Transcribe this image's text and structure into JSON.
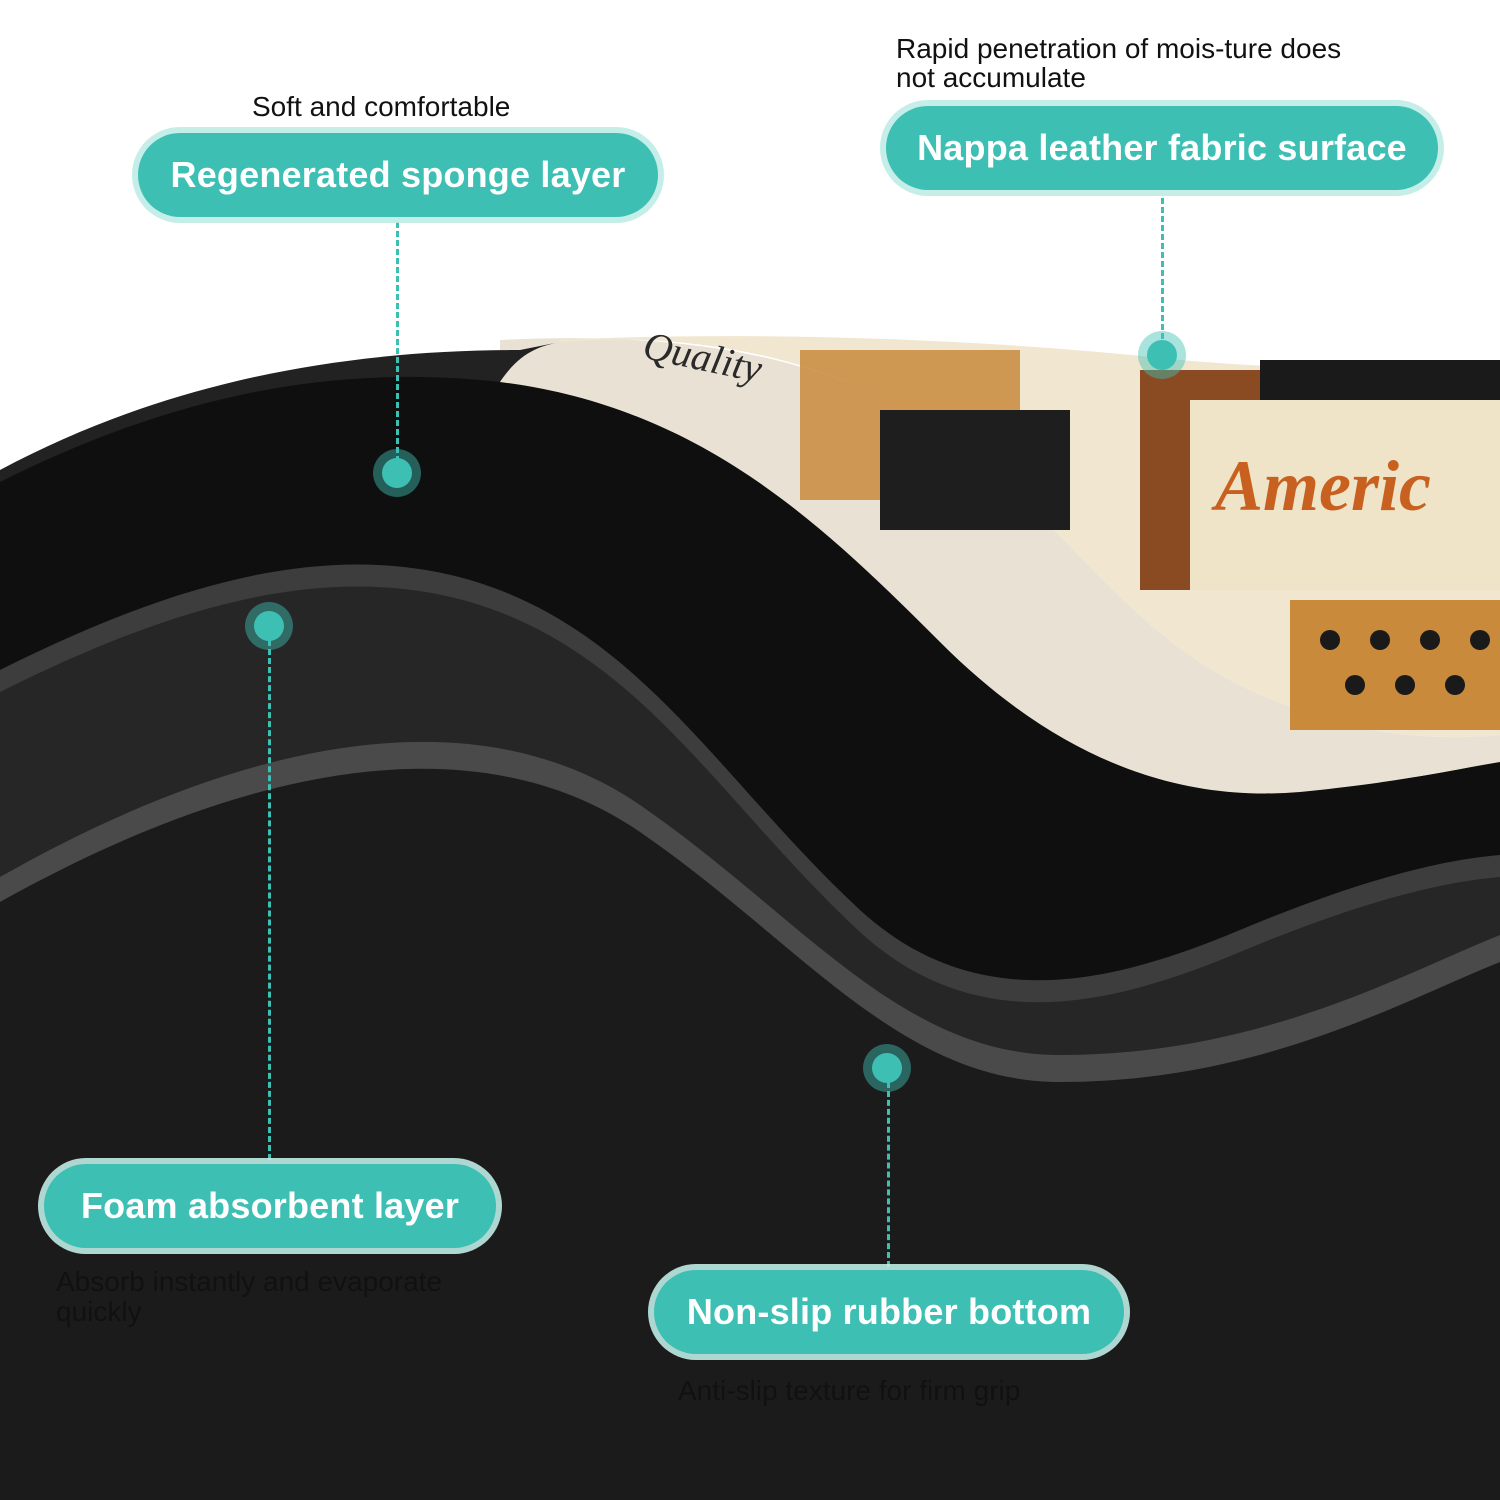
{
  "colors": {
    "accent": "#3dbfb4",
    "accent_halo": "#bfece7",
    "rubber": "#1a1a1a",
    "rubber_edge": "#3a3a3a",
    "surface_cream": "#f1e6cf",
    "surface_brown": "#8a4b22",
    "surface_gold": "#c98a3c"
  },
  "layers": [
    {
      "id": "sponge",
      "label": "Regenerated sponge layer",
      "caption": "Soft and comfortable",
      "icon": "layer-dot-icon"
    },
    {
      "id": "nappa",
      "label": "Nappa leather fabric surface",
      "caption_lines": [
        "Rapid penetration of mois-ture does",
        "not accumulate"
      ],
      "icon": "layer-dot-icon"
    },
    {
      "id": "foam",
      "label": "Foam absorbent layer",
      "caption_lines": [
        "Absorb instantly and evaporate",
        "quickly"
      ],
      "icon": "layer-dot-icon"
    },
    {
      "id": "rubber",
      "label": "Non-slip rubber bottom",
      "caption": "Anti-slip texture for firm grip",
      "icon": "layer-dot-icon"
    }
  ],
  "mat_print": {
    "word_top": "Quality",
    "word_main": "Americ"
  }
}
